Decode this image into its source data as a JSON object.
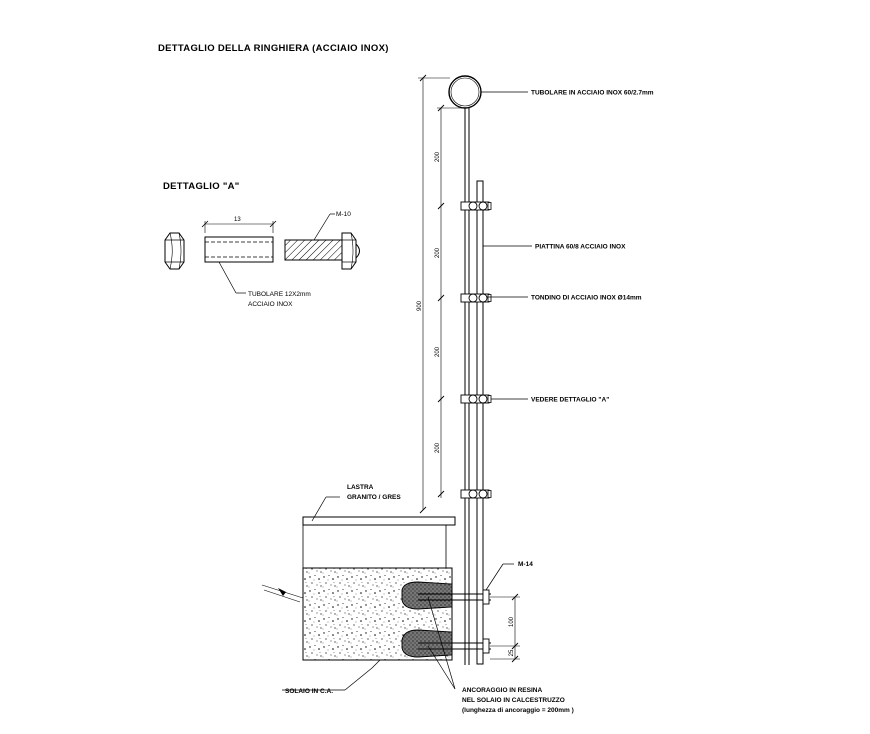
{
  "title": "DETTAGLIO DELLA RINGHIERA (ACCIAIO INOX)",
  "detail_a": {
    "title": "DETTAGLIO  \"A\"",
    "dim_13": "13",
    "bolt_label": "M-10",
    "tube_label_1": "TUBOLARE 12X2mm",
    "tube_label_2": "ACCIAIO INOX"
  },
  "callouts": {
    "handrail": "TUBOLARE IN ACCIAIO INOX  60/2.7mm",
    "flat_bar": "PIATTINA 60/8 ACCIAIO INOX",
    "round_bar": "TONDINO DI ACCIAIO INOX Ø14mm",
    "see_detail": "VEDERE DETTAGLIO \"A\"",
    "slab_1": "LASTRA",
    "slab_2": "GRANITO / GRES",
    "anchor_bolt": "M-14",
    "floor": "SOLAIO IN C.A.",
    "resin_1": "ANCORAGGIO IN RESINA",
    "resin_2": "NEL SOLAIO IN CALCESTRUZZO",
    "resin_3": "(lunghezza di ancoraggio = 200mm )"
  },
  "dimensions": {
    "total_height": "900",
    "spacing_1": "200",
    "spacing_2": "200",
    "spacing_3": "200",
    "spacing_4": "200",
    "anchor_spacing": "100",
    "anchor_edge": "25"
  }
}
